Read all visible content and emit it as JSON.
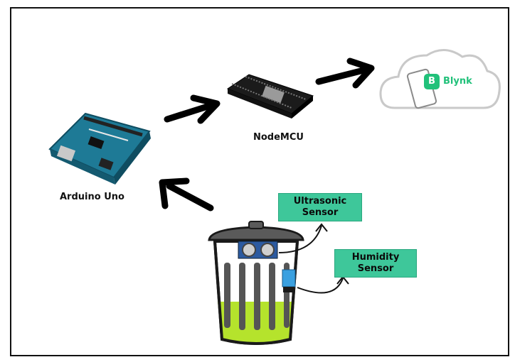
{
  "nodes": {
    "arduino": {
      "label": "Arduino Uno"
    },
    "nodemcu": {
      "label": "NodeMCU"
    },
    "cloud": {
      "label": "Blynk",
      "badge": "B"
    },
    "ultrasonic": {
      "label_line1": "Ultrasonic",
      "label_line2": "Sensor"
    },
    "humidity": {
      "label_line1": "Humidity",
      "label_line2": "Sensor"
    }
  },
  "colors": {
    "blynk_green": "#21c17a",
    "sensor_box": "#3ec79a",
    "bin_fill": "#b5e32c",
    "arduino_blue": "#1e7a96",
    "nodemcu_black": "#1b1b1b"
  }
}
